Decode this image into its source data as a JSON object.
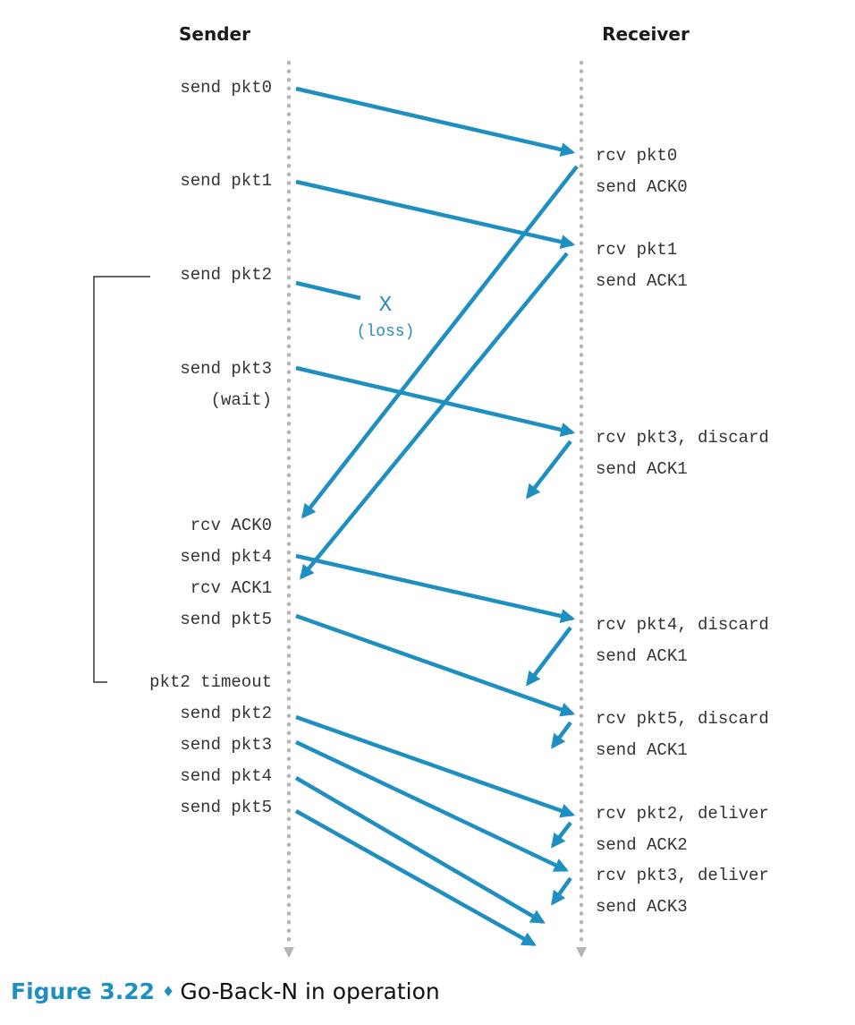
{
  "headers": {
    "sender": "Sender",
    "receiver": "Receiver"
  },
  "sender_labels": [
    "send pkt0",
    "send pkt1",
    "send pkt2",
    "send pkt3",
    "(wait)",
    "rcv ACK0",
    "send pkt4",
    "rcv ACK1",
    "send pkt5",
    "pkt2 timeout",
    "send pkt2",
    "send pkt3",
    "send pkt4",
    "send pkt5"
  ],
  "receiver_labels": [
    "rcv pkt0",
    "send ACK0",
    "rcv pkt1",
    "send ACK1",
    "rcv pkt3, discard",
    "send ACK1",
    "rcv pkt4, discard",
    "send ACK1",
    "rcv pkt5, discard",
    "send ACK1",
    "rcv pkt2, deliver",
    "send ACK2",
    "rcv pkt3, deliver",
    "send ACK3"
  ],
  "loss": {
    "mark": "X",
    "label": "(loss)"
  },
  "caption": {
    "number": "Figure 3.22",
    "separator": "♦",
    "text": "Go-Back-N in operation"
  },
  "colors": {
    "arrow": "#1f8fc1",
    "timeline": "#b5b5b5",
    "text": "#333333",
    "caption_accent": "#1f8fc1"
  }
}
